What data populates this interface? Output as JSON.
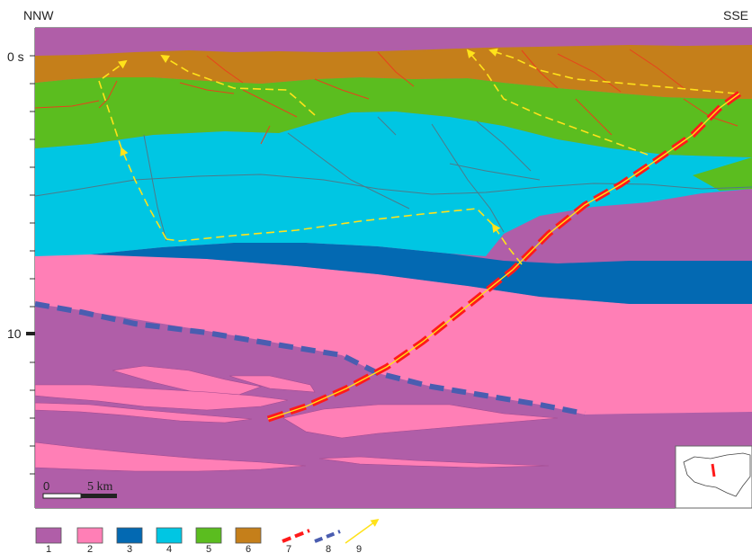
{
  "orientation": {
    "left": "NNW",
    "right": "SSE"
  },
  "depth_axis": {
    "top_label": "0 s",
    "marker_label": "10"
  },
  "scale_bar": {
    "start": "0",
    "end": "5 km"
  },
  "colors": {
    "unit_1": "#b05ea8",
    "unit_2": "#ff7fb6",
    "unit_3": "#0369b2",
    "unit_4": "#00c6e3",
    "unit_5": "#5bbd1f",
    "unit_6": "#c57f1a",
    "fault_7": "#ff1a1a",
    "fault_8": "#4a5db0",
    "arrow_9": "#ffe21a",
    "fault_thin": "#e8411c"
  },
  "legend": [
    {
      "num": "1",
      "kind": "box",
      "color": "#b05ea8"
    },
    {
      "num": "2",
      "kind": "box",
      "color": "#ff7fb6"
    },
    {
      "num": "3",
      "kind": "box",
      "color": "#0369b2"
    },
    {
      "num": "4",
      "kind": "box",
      "color": "#00c6e3"
    },
    {
      "num": "5",
      "kind": "box",
      "color": "#5bbd1f"
    },
    {
      "num": "6",
      "kind": "box",
      "color": "#c57f1a"
    },
    {
      "num": "7",
      "kind": "red-dash"
    },
    {
      "num": "8",
      "kind": "blue-dash"
    },
    {
      "num": "9",
      "kind": "yellow-arrow"
    }
  ]
}
